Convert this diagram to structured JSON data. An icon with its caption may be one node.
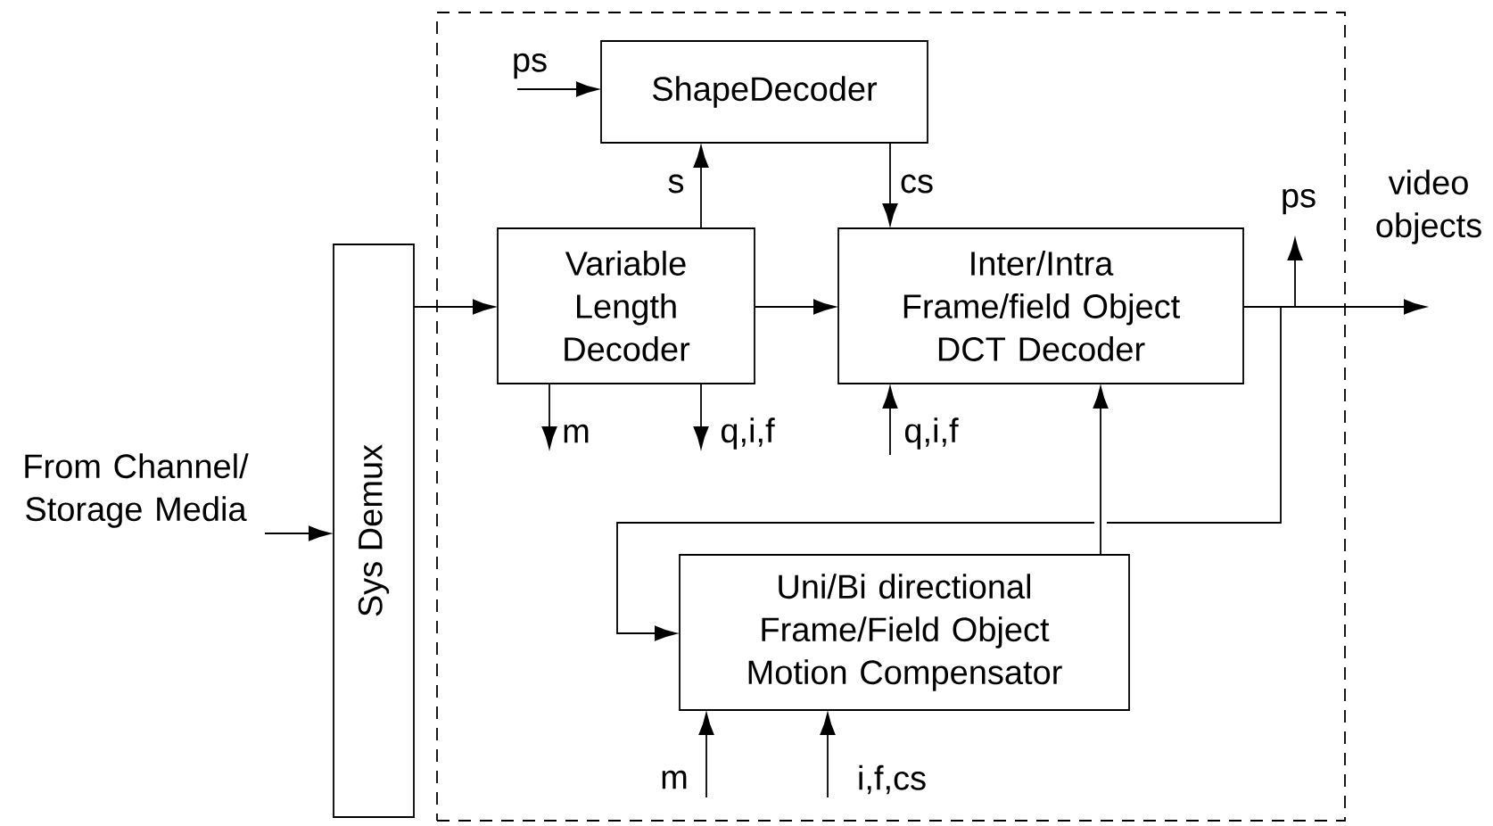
{
  "diagram": {
    "nodes": [
      {
        "text": [],
        "shape": "box"
      },
      {
        "text": [
          "ShapeDecoder"
        ],
        "in": 0
      },
      {
        "text": [
          "Sys Demux"
        ]
      },
      {
        "text": [
          "Variable Length Decoder"
        ],
        "in": 0
      },
      {
        "text": [
          "Inter/Intra Frame/field Object DCT Decoder"
        ],
        "in": 0
      },
      {
        "text": [
          "Uni/Bi directional Frame/Field Object Motion Compensator"
        ],
        "in": 0
      },
      {
        "text": [
          "From Channel/ Storage Media"
        ]
      },
      {
        "text": [
          "video objects"
        ]
      }
    ],
    "edges": [
      {
        "from": 6,
        "to": 2,
        "arrow": "to"
      },
      {
        "from": 2,
        "to": 3,
        "arrow": "to"
      },
      {
        "from": null,
        "to": 1,
        "arrow": "to",
        "label": "ps"
      },
      {
        "from": 3,
        "to": 1,
        "arrow": "to",
        "label": "s"
      },
      {
        "from": 1,
        "to": 4,
        "arrow": "to",
        "label": "cs"
      },
      {
        "from": 3,
        "to": 4,
        "arrow": "to"
      },
      {
        "from": 3,
        "to": null,
        "arrow": "to",
        "label": "m"
      },
      {
        "from": 3,
        "to": null,
        "arrow": "to",
        "label": "q,i,f"
      },
      {
        "from": null,
        "to": 4,
        "arrow": "to",
        "label": "q,i,f"
      },
      {
        "from": 4,
        "to": 7,
        "arrow": "to"
      },
      {
        "from": 4,
        "to": null,
        "arrow": "to",
        "label": "ps"
      },
      {
        "from": 4,
        "to": 5,
        "arrow": "to"
      },
      {
        "from": 5,
        "to": 4,
        "arrow": "to"
      },
      {
        "from": null,
        "to": 5,
        "arrow": "to",
        "label": "m"
      },
      {
        "from": null,
        "to": 5,
        "arrow": "to",
        "label": "i,f,cs"
      }
    ]
  }
}
